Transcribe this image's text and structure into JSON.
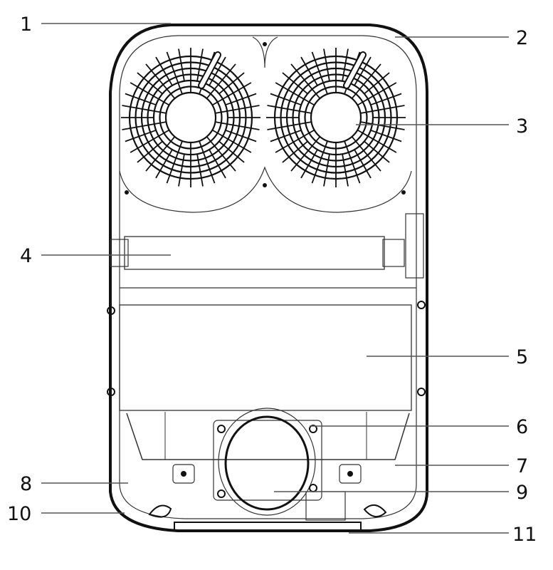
{
  "diagram": {
    "title": "Unit component layout (top view)",
    "colors": {
      "ink": "#111111",
      "leader": "#555555",
      "background": "#ffffff"
    },
    "callouts": [
      {
        "id": "1",
        "label": "1",
        "side": "left"
      },
      {
        "id": "2",
        "label": "2",
        "side": "right"
      },
      {
        "id": "3",
        "label": "3",
        "side": "right"
      },
      {
        "id": "4",
        "label": "4",
        "side": "left"
      },
      {
        "id": "5",
        "label": "5",
        "side": "right"
      },
      {
        "id": "6",
        "label": "6",
        "side": "right"
      },
      {
        "id": "7",
        "label": "7",
        "side": "right"
      },
      {
        "id": "8",
        "label": "8",
        "side": "left"
      },
      {
        "id": "9",
        "label": "9",
        "side": "right"
      },
      {
        "id": "10",
        "label": "10",
        "side": "left"
      },
      {
        "id": "11",
        "label": "11",
        "side": "right"
      }
    ]
  }
}
